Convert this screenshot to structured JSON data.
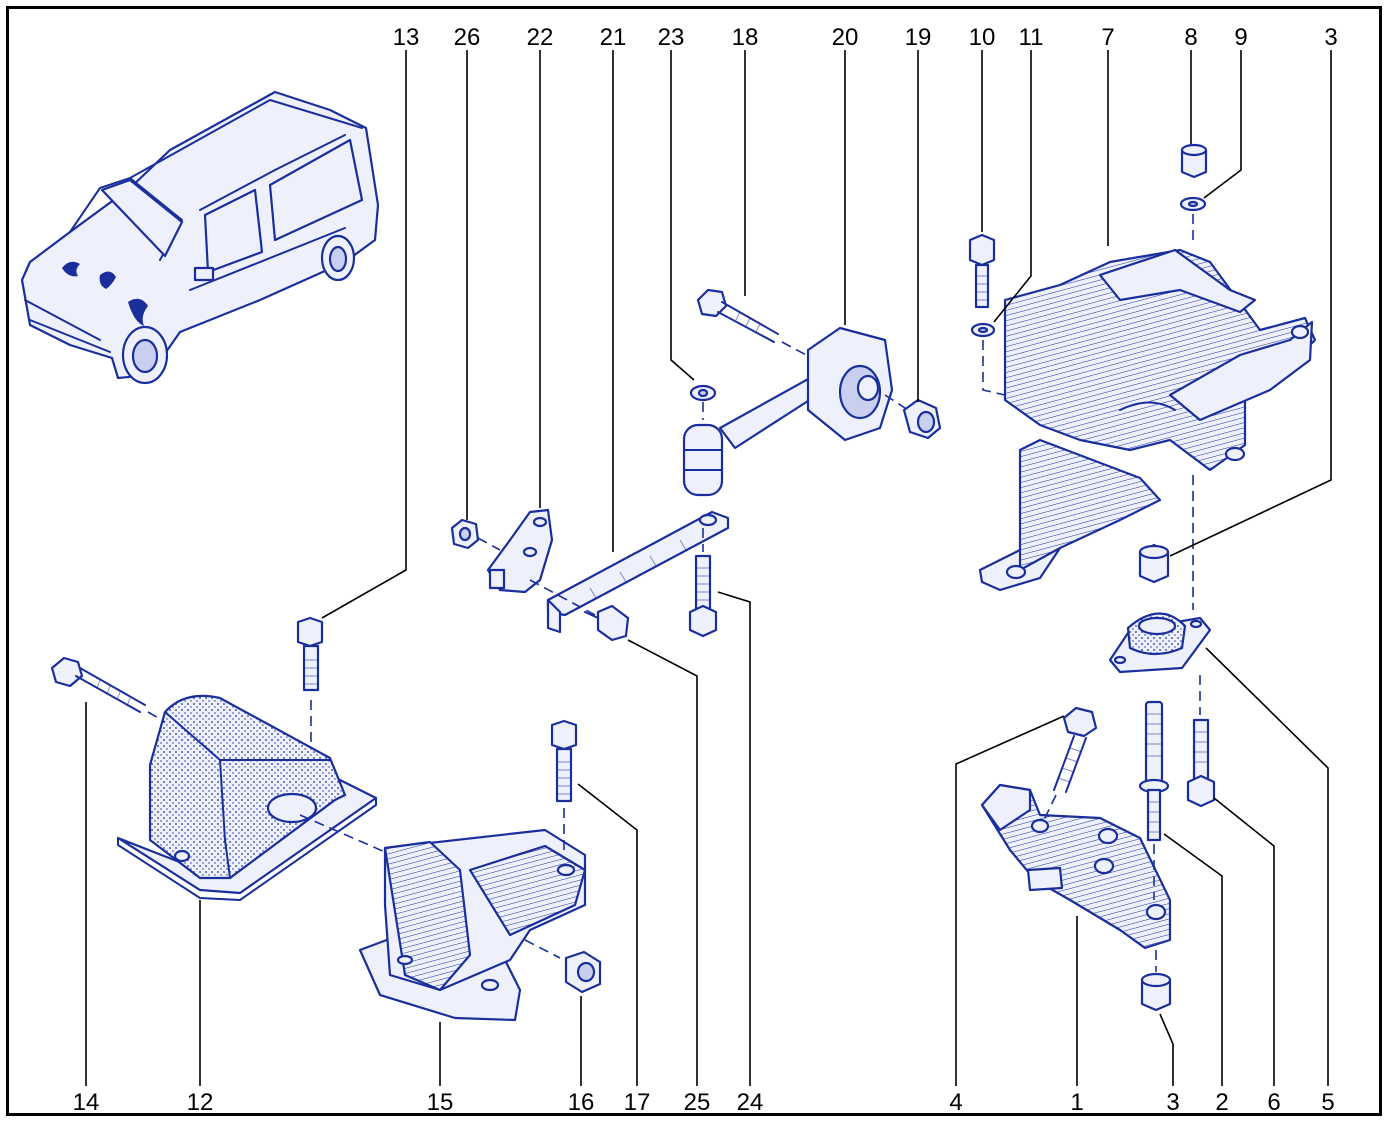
{
  "callouts_top": [
    "13",
    "26",
    "22",
    "21",
    "23",
    "18",
    "20",
    "19",
    "10",
    "11",
    "7",
    "8",
    "9",
    "3"
  ],
  "callouts_bottom": [
    "14",
    "12",
    "15",
    "16",
    "17",
    "25",
    "24",
    "4",
    "1",
    "3",
    "2",
    "6",
    "5"
  ],
  "colors": {
    "line_art": "#1a2f9c",
    "callout_text": "#000000",
    "background": "#ffffff"
  }
}
